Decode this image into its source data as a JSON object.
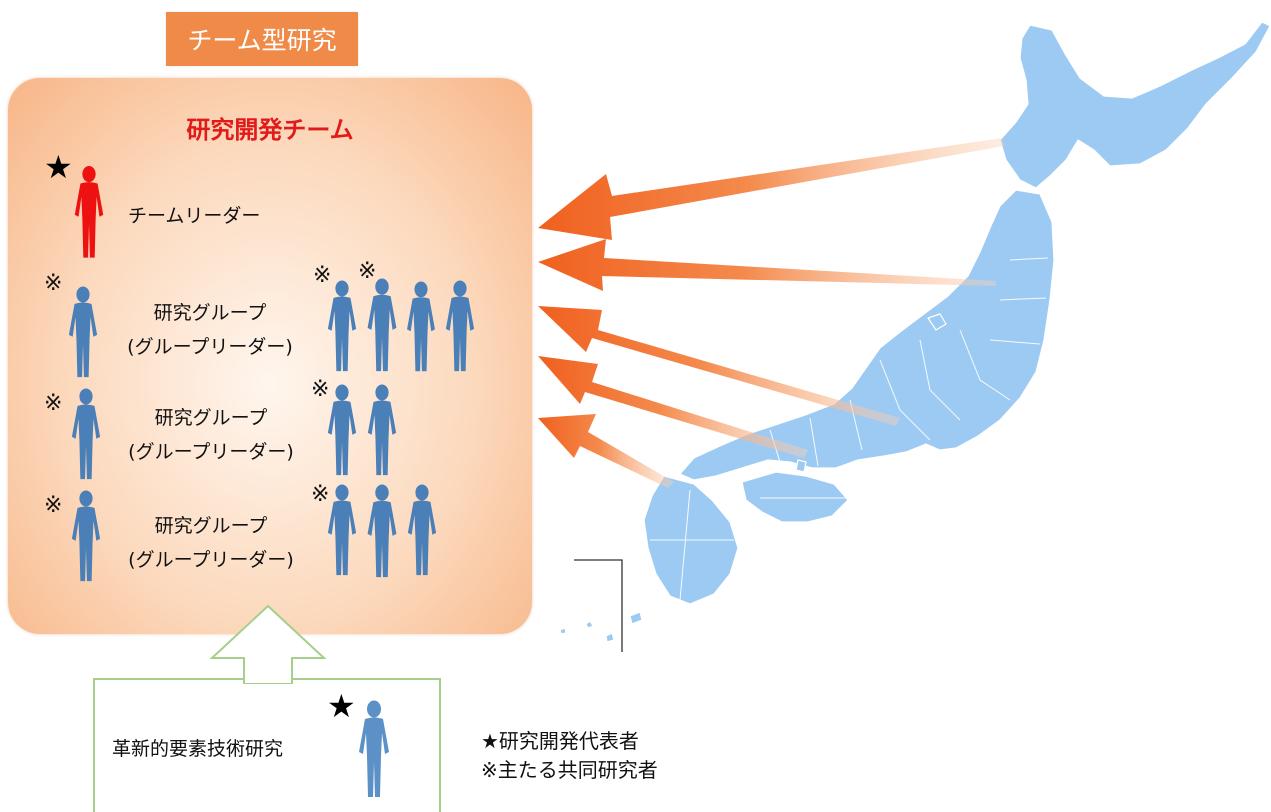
{
  "header_tag": "チーム型研究",
  "team": {
    "title": "研究開発チーム",
    "leader_label": "チームリーダー",
    "groups": [
      {
        "line1": "研究グループ",
        "line2": "(グループリーダー)"
      },
      {
        "line1": "研究グループ",
        "line2": "(グループリーダー)"
      },
      {
        "line1": "研究グループ",
        "line2": "(グループリーダー)"
      }
    ]
  },
  "marks": {
    "star": "★",
    "note": "※"
  },
  "elemental": {
    "label": "革新的要素技術研究"
  },
  "legend": {
    "representative": "★研究開発代表者",
    "co_researcher": "※主たる共同研究者"
  },
  "colors": {
    "leader": "#ee1111",
    "member": "#4a7fb8",
    "member_light": "#5b91c7",
    "box_orange": "#f7b586",
    "tag_orange": "#ef8a48",
    "map": "#9dcaf3",
    "arrow": "#f06a2a",
    "outline_green": "#a5cf8a",
    "title_red": "#e11a1a"
  }
}
